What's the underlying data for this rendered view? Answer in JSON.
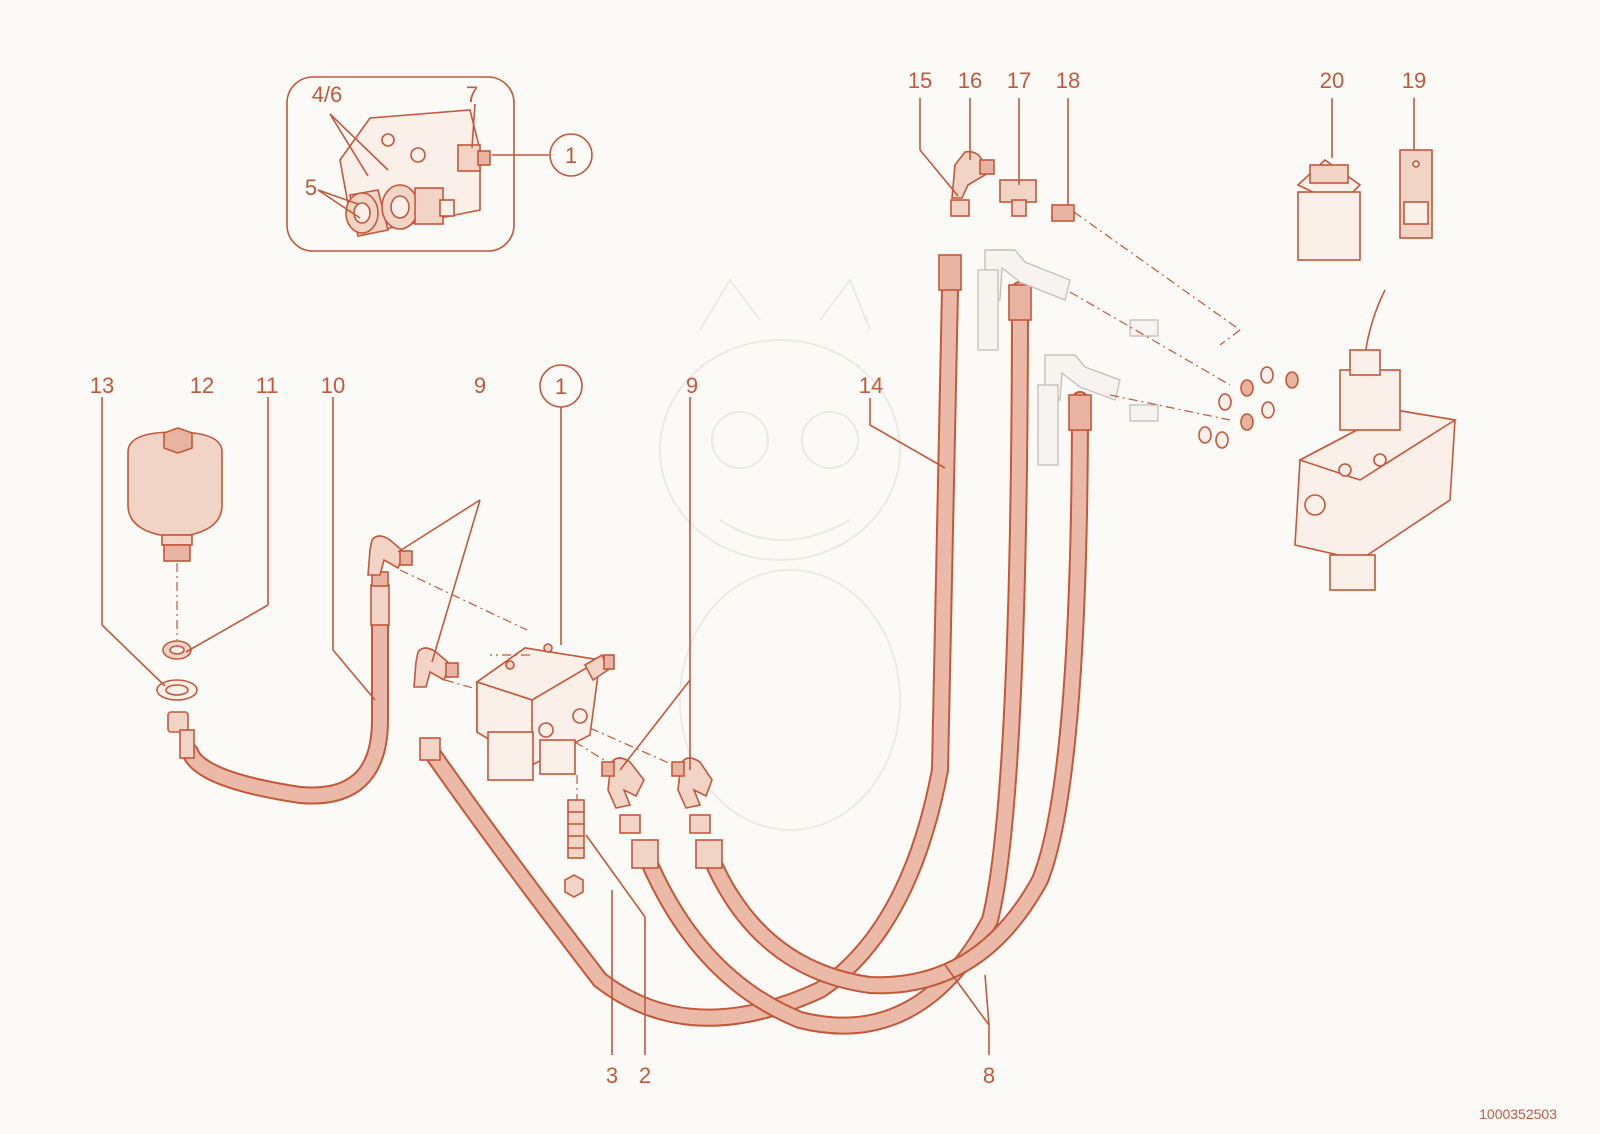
{
  "colors": {
    "accent": "#c4583a",
    "hose_fill": "#eab9a7",
    "background": "#fcfaf7"
  },
  "callouts": {
    "c1_top": "1",
    "c1_main": "1",
    "n2": "2",
    "n3": "3",
    "n4_6": "4/6",
    "n5": "5",
    "n7": "7",
    "n8": "8",
    "n9_left": "9",
    "n9_right": "9",
    "n10": "10",
    "n11": "11",
    "n12": "12",
    "n13": "13",
    "n14": "14",
    "n15": "15",
    "n16": "16",
    "n17": "17",
    "n18": "18",
    "n19": "19",
    "n20": "20"
  },
  "drawing_number": "1000352503"
}
